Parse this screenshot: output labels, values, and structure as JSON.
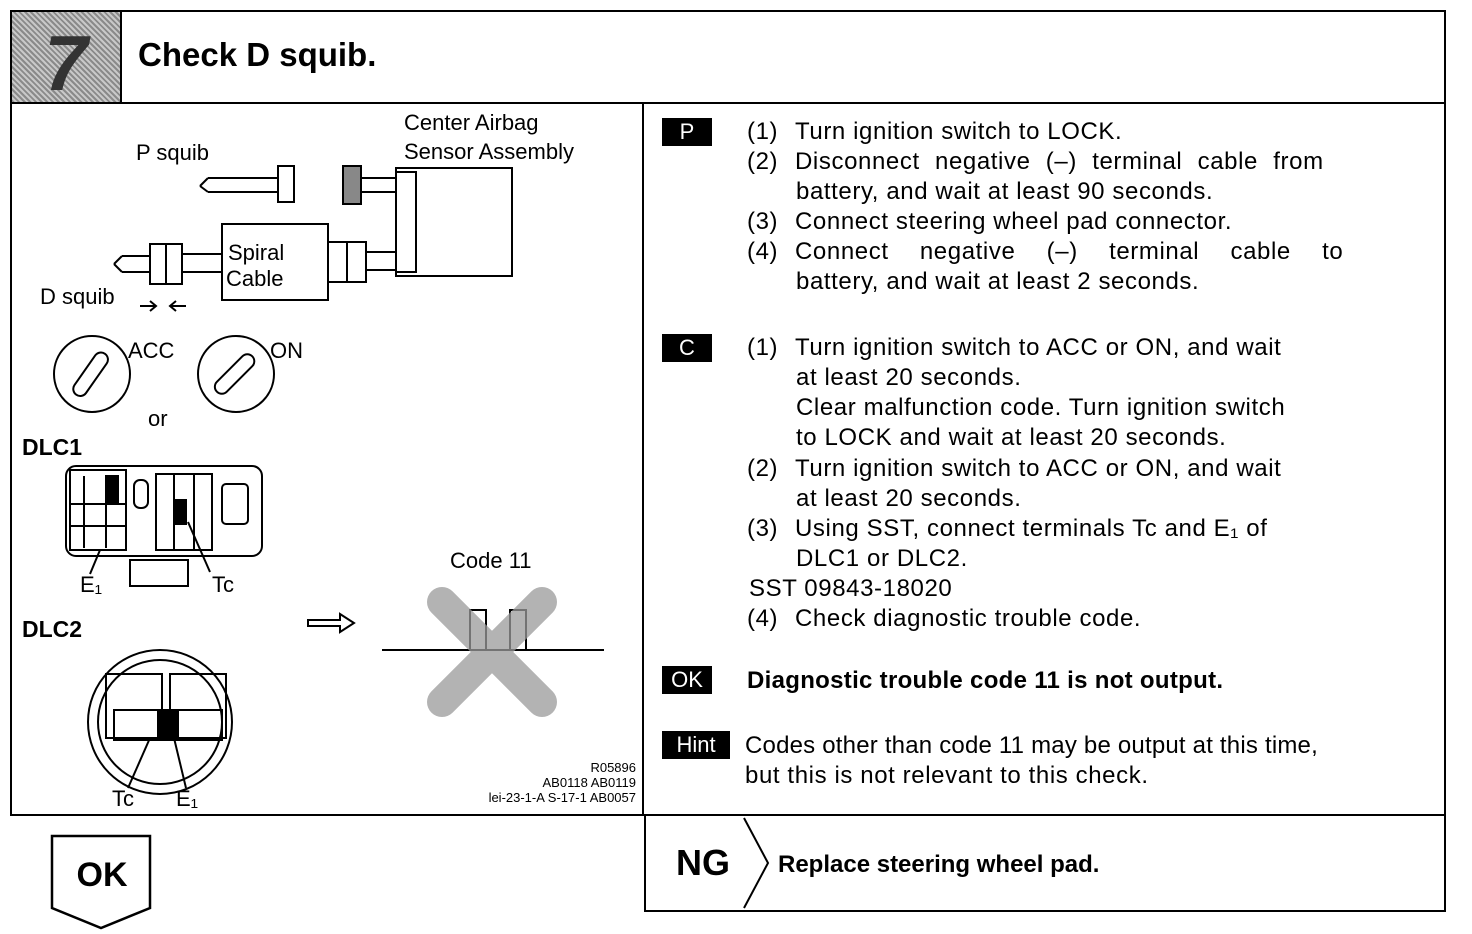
{
  "header": {
    "step_number": "7",
    "title": "Check D squib."
  },
  "diagram": {
    "center_airbag_line1": "Center Airbag",
    "center_airbag_line2": "Sensor Assembly",
    "p_squib": "P squib",
    "d_squib": "D squib",
    "spiral_line1": "Spiral",
    "spiral_line2": "Cable",
    "acc": "ACC",
    "on": "ON",
    "or": "or",
    "dlc1": "DLC1",
    "dlc2": "DLC2",
    "e1": "E₁",
    "tc": "Tc",
    "code11": "Code 11",
    "ref1": "R05896",
    "ref2": "AB0118 AB0119",
    "ref3": "lei-23-1-A S-17-1 AB0057"
  },
  "procedure_p": {
    "tag": "P",
    "steps": [
      {
        "num": "(1)",
        "text": "Turn ignition switch to LOCK."
      },
      {
        "num": "(2)",
        "text": "Disconnect negative (–) terminal cable from",
        "cont": "battery, and wait at least 90 seconds."
      },
      {
        "num": "(3)",
        "text": "Connect steering wheel pad connector."
      },
      {
        "num": "(4)",
        "text": "Connect negative (–) terminal cable to",
        "cont": "battery, and wait at least 2 seconds."
      }
    ]
  },
  "procedure_c": {
    "tag": "C",
    "s1": "(1)",
    "s1a": "Turn ignition switch to ACC or ON, and wait",
    "s1b": "at least 20 seconds.",
    "s1c": "Clear malfunction code.  Turn ignition switch",
    "s1d": "to LOCK and wait at least 20 seconds.",
    "s2": "(2)",
    "s2a": "Turn ignition switch to ACC or ON, and wait",
    "s2b": "at least 20 seconds.",
    "s3": "(3)",
    "s3a": "Using SST, connect terminals Tc and E₁ of",
    "s3b": "DLC1 or DLC2.",
    "sst": "SST  09843-18020",
    "s4": "(4)",
    "s4a": "Check diagnostic trouble code."
  },
  "ok_result": {
    "tag": "OK",
    "text": "Diagnostic trouble code 11 is not output."
  },
  "hint": {
    "tag": "Hint",
    "line1": "Codes other than code 11 may be output at this time,",
    "line2": "but this is not relevant to this check."
  },
  "ok_button": "OK",
  "ng": {
    "label": "NG",
    "text": "Replace steering wheel pad."
  }
}
